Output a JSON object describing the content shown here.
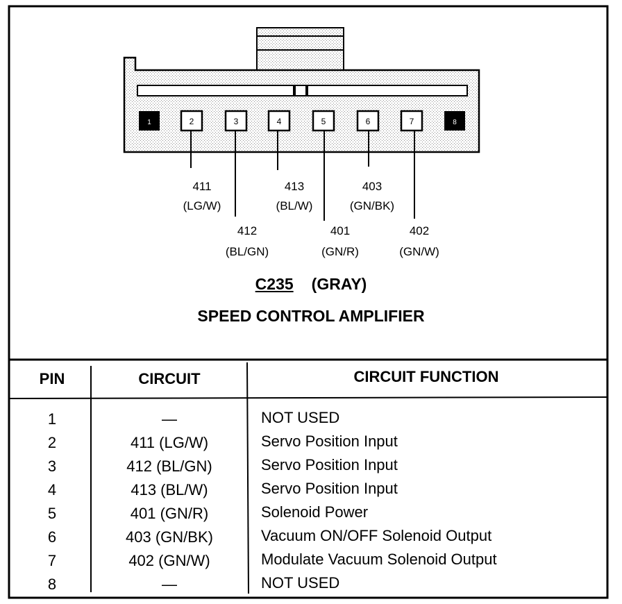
{
  "connector": {
    "id": "C235",
    "color": "(GRAY)",
    "component": "SPEED CONTROL AMPLIFIER",
    "cavities": [
      "1",
      "2",
      "3",
      "4",
      "5",
      "6",
      "7",
      "8"
    ],
    "wire_labels": [
      {
        "pin": "2",
        "circuit": "411",
        "color": "(LG/W)"
      },
      {
        "pin": "3",
        "circuit": "412",
        "color": "(BL/GN)"
      },
      {
        "pin": "4",
        "circuit": "413",
        "color": "(BL/W)"
      },
      {
        "pin": "5",
        "circuit": "401",
        "color": "(GN/R)"
      },
      {
        "pin": "6",
        "circuit": "403",
        "color": "(GN/BK)"
      },
      {
        "pin": "7",
        "circuit": "402",
        "color": "(GN/W)"
      }
    ]
  },
  "table": {
    "headers": {
      "pin": "PIN",
      "circuit": "CIRCUIT",
      "function": "CIRCUIT FUNCTION"
    },
    "rows": [
      {
        "pin": "1",
        "circuit": "—",
        "function": "NOT USED"
      },
      {
        "pin": "2",
        "circuit": "411 (LG/W)",
        "function": "Servo Position Input"
      },
      {
        "pin": "3",
        "circuit": "412 (BL/GN)",
        "function": "Servo Position Input"
      },
      {
        "pin": "4",
        "circuit": "413 (BL/W)",
        "function": "Servo Position Input"
      },
      {
        "pin": "5",
        "circuit": "401 (GN/R)",
        "function": "Solenoid Power"
      },
      {
        "pin": "6",
        "circuit": "403 (GN/BK)",
        "function": "Vacuum ON/OFF Solenoid Output"
      },
      {
        "pin": "7",
        "circuit": "402 (GN/W)",
        "function": "Modulate Vacuum Solenoid Output"
      },
      {
        "pin": "8",
        "circuit": "—",
        "function": "NOT USED"
      }
    ]
  },
  "colors": {
    "ink": "#000000",
    "paper": "#ffffff",
    "stipple": "#b5b5b5"
  }
}
